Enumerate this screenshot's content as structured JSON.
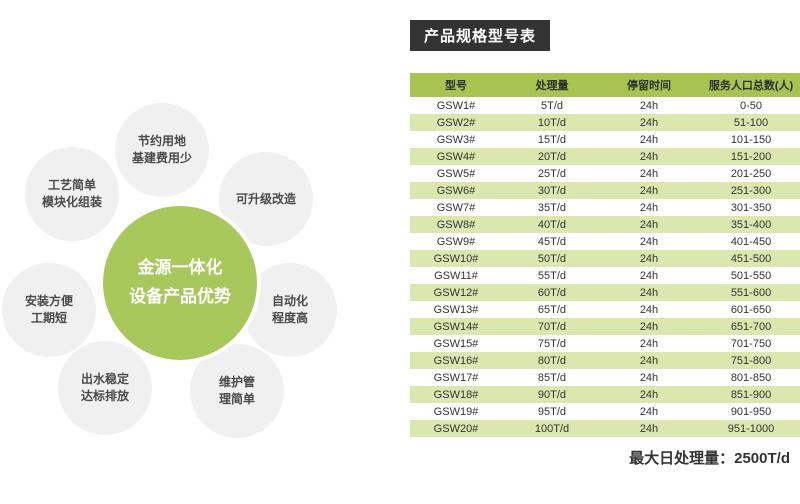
{
  "colors": {
    "accent_green": "#a6c44f",
    "row_alt_green": "#dae7ae",
    "center_green": "#a9c85b",
    "petal_gray": "#f0f0f0",
    "title_bar_bg": "#333333",
    "title_bar_text": "#ffffff",
    "text_dark": "#333333"
  },
  "diagram": {
    "center_label": "金源一体化\n设备产品优势",
    "petals": [
      "节约用地\n基建费用少",
      "工艺简单\n模块化组装",
      "可升级改造",
      "自动化\n程度高",
      "安装方便\n工期短",
      "出水稳定\n达标排放",
      "维护管\n理简单"
    ]
  },
  "table": {
    "title": "产品规格型号表",
    "headers": [
      "型号",
      "处理量",
      "停留时间",
      "服务人口总数(人)"
    ],
    "rows": [
      [
        "GSW1#",
        "5T/d",
        "24h",
        "0-50"
      ],
      [
        "GSW2#",
        "10T/d",
        "24h",
        "51-100"
      ],
      [
        "GSW3#",
        "15T/d",
        "24h",
        "101-150"
      ],
      [
        "GSW4#",
        "20T/d",
        "24h",
        "151-200"
      ],
      [
        "GSW5#",
        "25T/d",
        "24h",
        "201-250"
      ],
      [
        "GSW6#",
        "30T/d",
        "24h",
        "251-300"
      ],
      [
        "GSW7#",
        "35T/d",
        "24h",
        "301-350"
      ],
      [
        "GSW8#",
        "40T/d",
        "24h",
        "351-400"
      ],
      [
        "GSW9#",
        "45T/d",
        "24h",
        "401-450"
      ],
      [
        "GSW10#",
        "50T/d",
        "24h",
        "451-500"
      ],
      [
        "GSW11#",
        "55T/d",
        "24h",
        "501-550"
      ],
      [
        "GSW12#",
        "60T/d",
        "24h",
        "551-600"
      ],
      [
        "GSW13#",
        "65T/d",
        "24h",
        "601-650"
      ],
      [
        "GSW14#",
        "70T/d",
        "24h",
        "651-700"
      ],
      [
        "GSW15#",
        "75T/d",
        "24h",
        "701-750"
      ],
      [
        "GSW16#",
        "80T/d",
        "24h",
        "751-800"
      ],
      [
        "GSW17#",
        "85T/d",
        "24h",
        "801-850"
      ],
      [
        "GSW18#",
        "90T/d",
        "24h",
        "851-900"
      ],
      [
        "GSW19#",
        "95T/d",
        "24h",
        "901-950"
      ],
      [
        "GSW20#",
        "100T/d",
        "24h",
        "951-1000"
      ]
    ]
  },
  "footer": {
    "text": "最大日处理量：2500T/d"
  }
}
